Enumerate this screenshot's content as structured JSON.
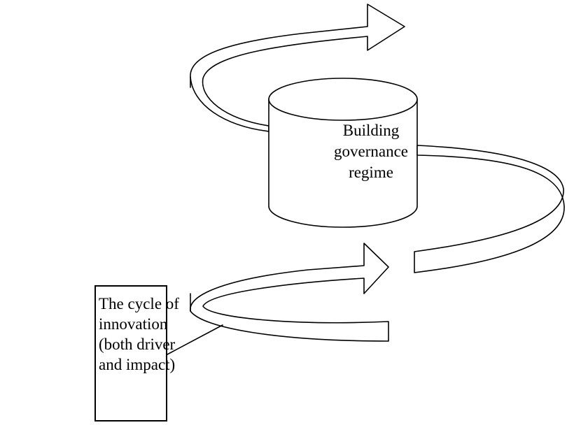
{
  "cylinder": {
    "lines": [
      "Building",
      "governance",
      "regime"
    ]
  },
  "callout": {
    "lines": [
      "The cycle of",
      "innovation",
      "(both driver",
      "and impact)"
    ]
  },
  "colors": {
    "stroke": "#000000",
    "fill": "#ffffff"
  }
}
